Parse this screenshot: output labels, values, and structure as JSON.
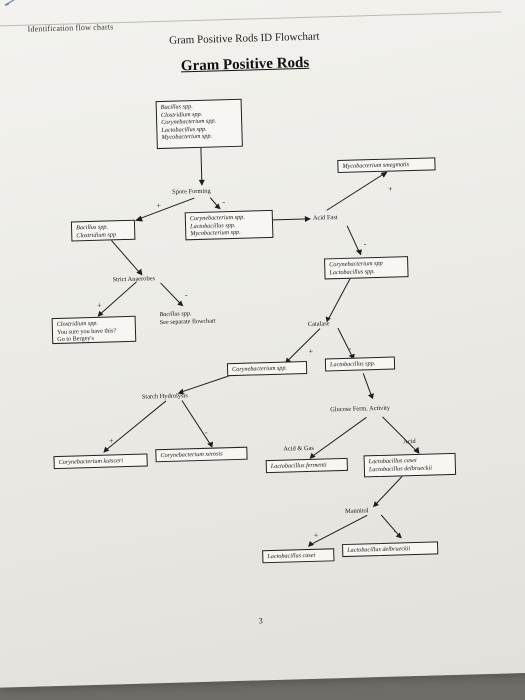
{
  "header": {
    "section_label": "Identification flow charts",
    "page_title": "Gram Positive Rods ID Flowchart",
    "main_title": "Gram Positive Rods"
  },
  "boxes": {
    "root": [
      "Bacillus spp.",
      "Clostridium spp.",
      "Corynebacterium spp.",
      "Lactobacillus spp.",
      "Mycobacterium spp."
    ],
    "spore_pos": [
      "Bacillus spp.",
      "Clostridium spp"
    ],
    "spore_neg": [
      "Corynebacterium spp.",
      "Lactobacillus spp.",
      "Mycobacterium spp."
    ],
    "mycobacterium_smegmatis": [
      "Mycobacterium smegmatis"
    ],
    "acid_fast_neg": [
      "Corynebacterium spp",
      "Lactobacillus spp."
    ],
    "clostridium": [
      "Clostridium spp.",
      "You sure you have this?",
      "Go to Bergey's"
    ],
    "bacillus": [
      "Bacillus spp.",
      "See separate flowchart"
    ],
    "coryne": [
      "Corynebacterium spp."
    ],
    "lacto": [
      "Lactobacillus spp."
    ],
    "coryne_kutscheri": [
      "Corynebacterium kutsceri"
    ],
    "coryne_xerosis": [
      "Corynebacterium xerosis"
    ],
    "lacto_fermenti": [
      "Lactobacillus fermenti"
    ],
    "lacto_casei_delbrueckii": [
      "Lactobacillus casei",
      "Lactobacillus delbrueckii"
    ],
    "lacto_casei": [
      "Lactobacillus casei"
    ],
    "lacto_delbrueckii": [
      "Lactobacillus delbrueckii"
    ]
  },
  "tests": {
    "spore_forming": "Spore Forming",
    "acid_fast": "Acid Fast",
    "strict_anaerobes": "Strict Anaerobes",
    "catalase": "Catalase",
    "starch_hydrolysis": "Starch Hydrolysis",
    "glucose_ferm": "Glucose Ferm. Activity",
    "mannitol": "Mannitol"
  },
  "results": {
    "acid_gas": "Acid & Gas",
    "acid": "Acid",
    "plus": "+",
    "minus": "-"
  },
  "footer": {
    "page_number": "3"
  }
}
